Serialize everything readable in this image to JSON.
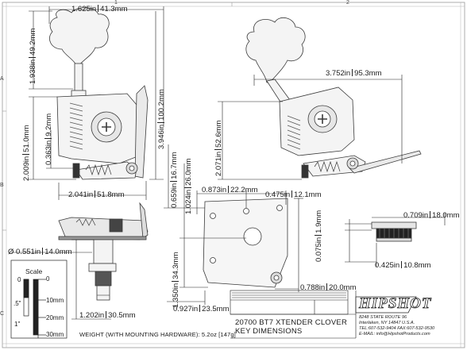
{
  "grid": {
    "top": [
      "1",
      "2"
    ],
    "left": [
      "A",
      "B",
      "C"
    ]
  },
  "dimensions": [
    {
      "id": "head-span",
      "inch": "1.625in",
      "mm": "41.3mm"
    },
    {
      "id": "front-button-height",
      "inch": "1.938in",
      "mm": "49.2mm"
    },
    {
      "id": "front-total-height",
      "inch": "3.946in",
      "mm": "100.2mm"
    },
    {
      "id": "front-housing-height",
      "inch": "2.009in",
      "mm": "51.0mm"
    },
    {
      "id": "front-post-offset",
      "inch": "0.363in",
      "mm": "9.2mm"
    },
    {
      "id": "front-width",
      "inch": "2.041in",
      "mm": "51.8mm"
    },
    {
      "id": "iso-length",
      "inch": "3.752in",
      "mm": "95.3mm"
    },
    {
      "id": "iso-height",
      "inch": "2.071in",
      "mm": "52.6mm"
    },
    {
      "id": "plate-top-offset",
      "inch": "0.659in",
      "mm": "16.7mm"
    },
    {
      "id": "plate-hole-height",
      "inch": "1.024in",
      "mm": "26.0mm"
    },
    {
      "id": "plate-hole-x",
      "inch": "0.873in",
      "mm": "22.2mm"
    },
    {
      "id": "plate-hole-spacing",
      "inch": "0.475in",
      "mm": "12.1mm"
    },
    {
      "id": "plate-height",
      "inch": "1.350in",
      "mm": "34.3mm"
    },
    {
      "id": "plate-width",
      "inch": "0.927in",
      "mm": "23.5mm"
    },
    {
      "id": "plate-corner",
      "inch": "0.788in",
      "mm": "20.0mm"
    },
    {
      "id": "bushing-diameter",
      "inch": "0.709in",
      "mm": "18.0mm"
    },
    {
      "id": "bushing-flange",
      "inch": "0.075in",
      "mm": "1.9mm"
    },
    {
      "id": "bushing-length",
      "inch": "0.425in",
      "mm": "10.8mm"
    },
    {
      "id": "post-diameter",
      "inch": "0.551in",
      "mm": "14.0mm"
    },
    {
      "id": "post-length",
      "inch": "1.202in",
      "mm": "30.5mm"
    }
  ],
  "scale": {
    "title": "Scale",
    "inch_labels": [
      "0",
      ".5\"",
      "1\""
    ],
    "mm_labels": [
      "0",
      "10mm",
      "20mm",
      "30mm"
    ]
  },
  "title_block": {
    "weight": "WEIGHT (WITH MOUNTING HARDWARE): 5.2oz [147g]",
    "part_line": "20700 BT7 XTENDER CLOVER",
    "subtitle": "KEY DIMENSIONS",
    "logo": "HIPSHOT",
    "address": [
      "8248 STATE ROUTE 96",
      "Interlaken, NY 14847 U.S.A.",
      "TEL:607-532-9404 FAX:607-532-9530",
      "E-MAIL: info@HipshotProducts.com"
    ]
  },
  "colors": {
    "line": "#1a1a1a",
    "part_fill": "#f4f4f4",
    "part_stroke": "#3a3a3a",
    "gear": "#555555"
  }
}
